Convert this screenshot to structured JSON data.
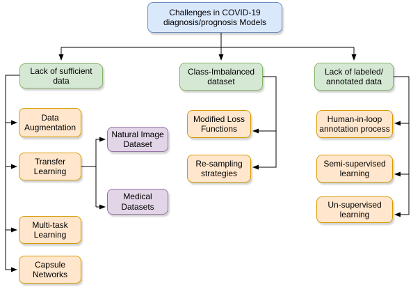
{
  "diagram": {
    "title": "Challenges in COVID-19 diagnosis/prognosis Models",
    "type": "flowchart",
    "nodes": {
      "root": {
        "label": "Challenges in COVID-19\ndiagnosis/prognosis Models",
        "category": "blue"
      },
      "lack_data": {
        "label": "Lack of sufficient data",
        "category": "green"
      },
      "class_imbalanced": {
        "label": "Class-Imbalanced\ndataset",
        "category": "green"
      },
      "lack_labeled": {
        "label": "Lack of labeled/\nannotated data",
        "category": "green"
      },
      "data_augmentation": {
        "label": "Data\nAugmentation",
        "category": "orange"
      },
      "transfer_learning": {
        "label": "Transfer\nLearning",
        "category": "orange"
      },
      "multi_task": {
        "label": "Multi-task\nLearning",
        "category": "orange"
      },
      "capsule": {
        "label": "Capsule\nNetworks",
        "category": "orange"
      },
      "natural_image": {
        "label": "Natural Image\nDataset",
        "category": "purple"
      },
      "medical_datasets": {
        "label": "Medical\nDatasets",
        "category": "purple"
      },
      "modified_loss": {
        "label": "Modified Loss\nFunctions",
        "category": "orange"
      },
      "resampling": {
        "label": "Re-sampling\nstrategies",
        "category": "orange"
      },
      "human_in_loop": {
        "label": "Human-in-loop\nannotation process",
        "category": "orange"
      },
      "semi_supervised": {
        "label": "Semi-supervised\nlearning",
        "category": "orange"
      },
      "unsupervised": {
        "label": "Un-supervised\nlearning",
        "category": "orange"
      }
    },
    "edges": [
      {
        "from": "root",
        "to": "lack_data"
      },
      {
        "from": "root",
        "to": "class_imbalanced"
      },
      {
        "from": "root",
        "to": "lack_labeled"
      },
      {
        "from": "lack_data",
        "to": "data_augmentation"
      },
      {
        "from": "lack_data",
        "to": "transfer_learning"
      },
      {
        "from": "lack_data",
        "to": "multi_task"
      },
      {
        "from": "lack_data",
        "to": "capsule"
      },
      {
        "from": "transfer_learning",
        "to": "natural_image"
      },
      {
        "from": "transfer_learning",
        "to": "medical_datasets"
      },
      {
        "from": "class_imbalanced",
        "to": "modified_loss"
      },
      {
        "from": "class_imbalanced",
        "to": "resampling"
      },
      {
        "from": "lack_labeled",
        "to": "human_in_loop"
      },
      {
        "from": "lack_labeled",
        "to": "semi_supervised"
      },
      {
        "from": "lack_labeled",
        "to": "unsupervised"
      }
    ]
  },
  "colors": {
    "blue": {
      "fill": "#dae8fc",
      "border": "#6c8ebf"
    },
    "green": {
      "fill": "#d5e8d4",
      "border": "#82b366"
    },
    "orange": {
      "fill": "#ffe6cc",
      "border": "#d79b00"
    },
    "purple": {
      "fill": "#e1d5e7",
      "border": "#9673a6"
    },
    "connector": "#000000",
    "background": "#ffffff"
  }
}
